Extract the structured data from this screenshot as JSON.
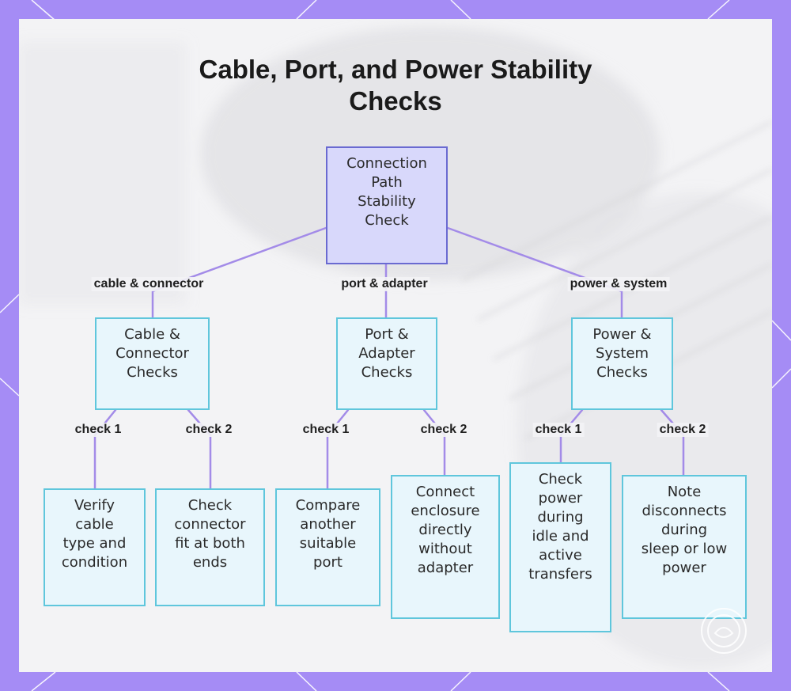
{
  "title_lines": [
    "Cable, Port, and Power Stability",
    "Checks"
  ],
  "colors": {
    "frame": "#a58cf5",
    "card": "#f3f3f5",
    "root_fill": "#d8d8fb",
    "root_border": "#6a6ad1",
    "child_fill": "#e8f6fc",
    "child_border": "#5fc6dc",
    "connector": "#a38be8"
  },
  "root": {
    "lines": [
      "Connection",
      "Path",
      "Stability",
      "Check"
    ]
  },
  "branches": [
    {
      "edge_label": "cable & connector",
      "lines": [
        "Cable &",
        "Connector",
        "Checks"
      ],
      "children": [
        {
          "edge_label": "check 1",
          "lines": [
            "Verify",
            "cable",
            "type and",
            "condition"
          ]
        },
        {
          "edge_label": "check 2",
          "lines": [
            "Check",
            "connector",
            "fit at both",
            "ends"
          ]
        }
      ]
    },
    {
      "edge_label": "port & adapter",
      "lines": [
        "Port &",
        "Adapter",
        "Checks"
      ],
      "children": [
        {
          "edge_label": "check 1",
          "lines": [
            "Compare",
            "another",
            "suitable",
            "port"
          ]
        },
        {
          "edge_label": "check 2",
          "lines": [
            "Connect",
            "enclosure",
            "directly",
            "without",
            "adapter"
          ]
        }
      ]
    },
    {
      "edge_label": "power & system",
      "lines": [
        "Power &",
        "System",
        "Checks"
      ],
      "children": [
        {
          "edge_label": "check 1",
          "lines": [
            "Check",
            "power",
            "during",
            "idle and",
            "active",
            "transfers"
          ]
        },
        {
          "edge_label": "check 2",
          "lines": [
            "Note",
            "disconnects",
            "during",
            "sleep or low",
            "power"
          ]
        }
      ]
    }
  ]
}
